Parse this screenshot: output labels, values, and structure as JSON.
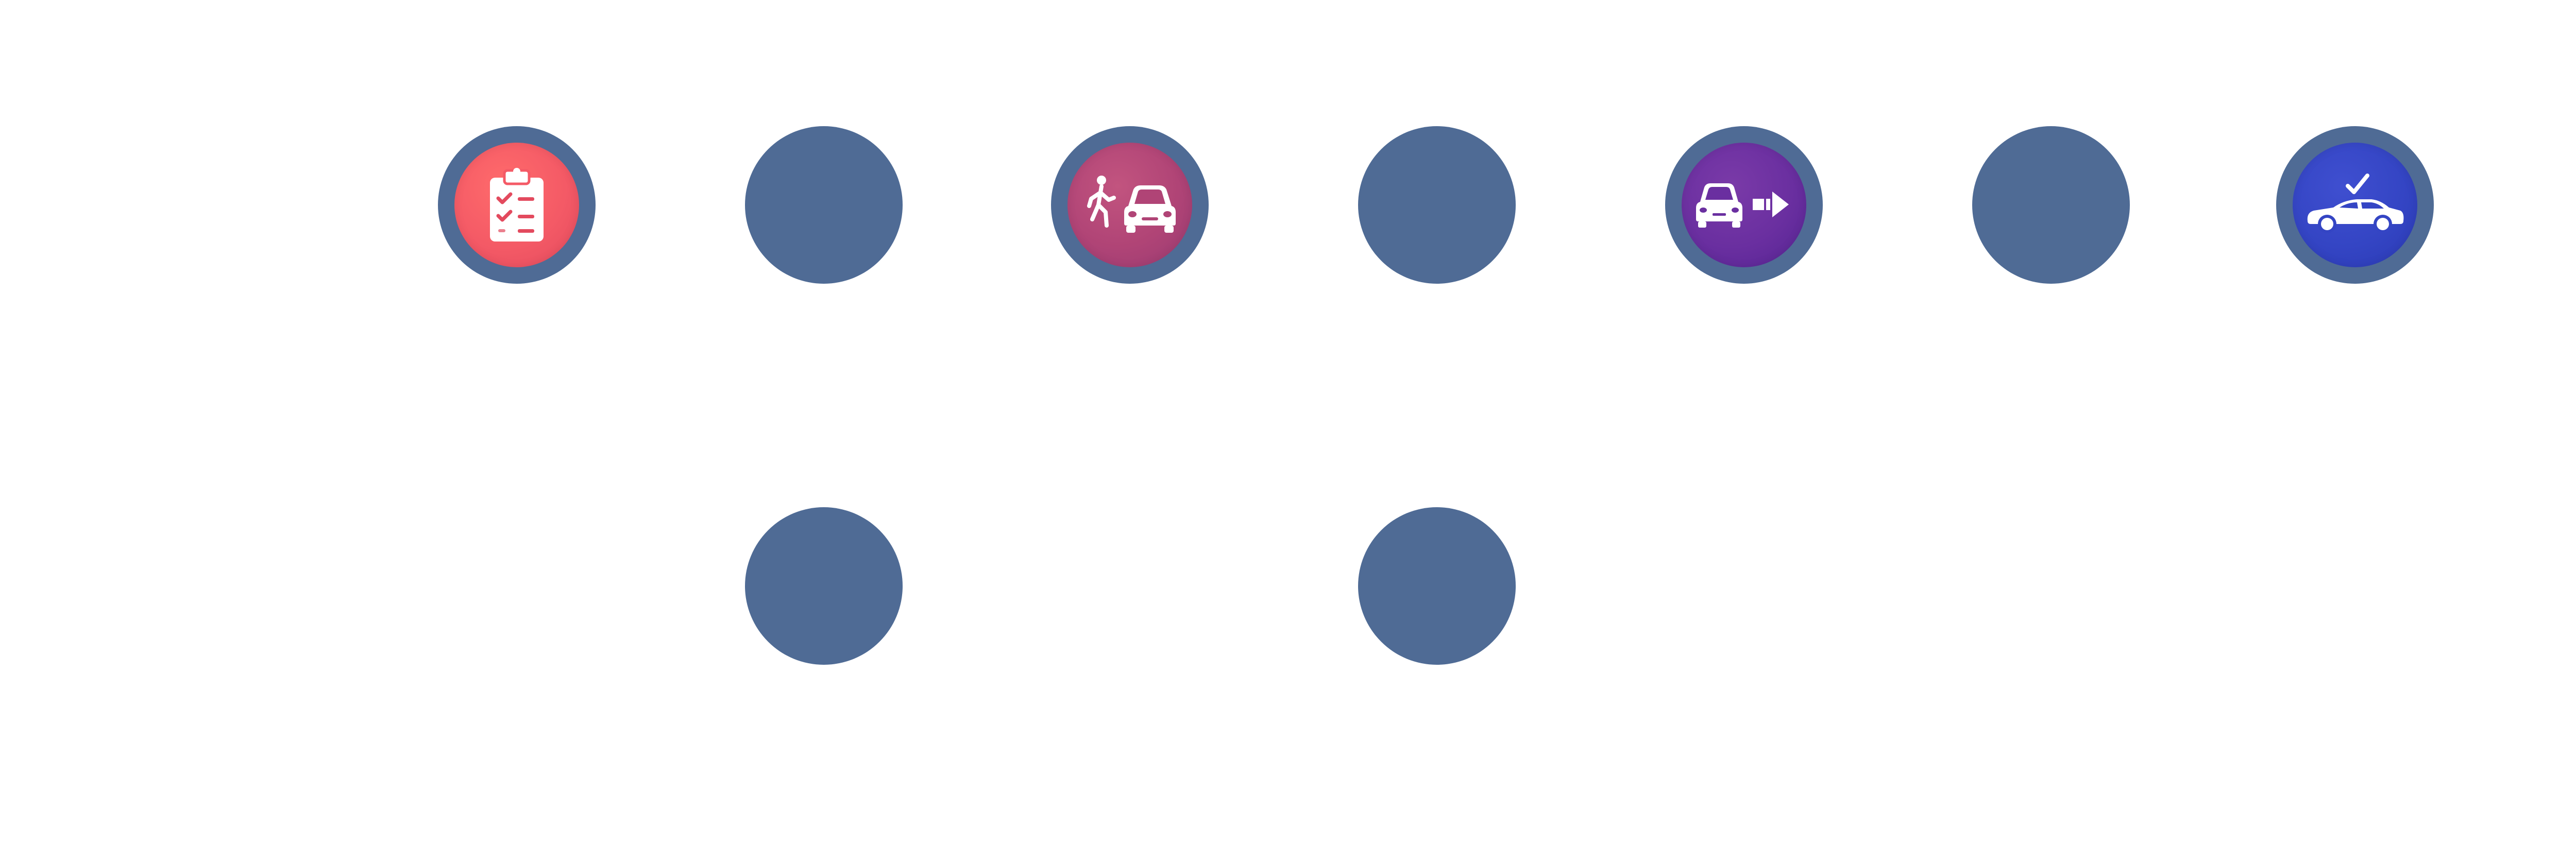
{
  "diagram": {
    "node_fill": "#4f6b95",
    "nodes": [
      {
        "id": "n1",
        "icon": "clipboard-checklist-icon",
        "color": "#f45a66"
      },
      {
        "id": "n2",
        "icon": "",
        "color": "#4f6b95"
      },
      {
        "id": "n3",
        "icon": "pedestrian-and-car-icon",
        "color": "#b04476"
      },
      {
        "id": "n4",
        "icon": "",
        "color": "#4f6b95"
      },
      {
        "id": "n5",
        "icon": "car-drive-forward-icon",
        "color": "#6a2fa0"
      },
      {
        "id": "n6",
        "icon": "",
        "color": "#4f6b95"
      },
      {
        "id": "n7",
        "icon": "car-checkmark-icon",
        "color": "#3445c4"
      },
      {
        "id": "n8",
        "icon": "",
        "color": "#4f6b95"
      },
      {
        "id": "n9",
        "icon": "",
        "color": "#4f6b95"
      }
    ]
  }
}
